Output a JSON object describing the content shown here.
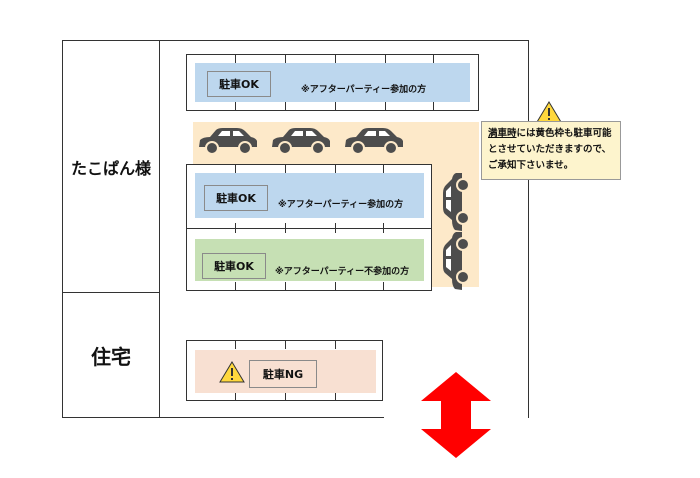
{
  "houses": {
    "tacopan": "たこぱん様",
    "residence": "住宅"
  },
  "lots": {
    "top": {
      "label": "駐車OK",
      "note": "※アフターパーティー参加の方"
    },
    "middle": {
      "label": "駐車OK",
      "note": "※アフターパーティー参加の方"
    },
    "green": {
      "label": "駐車OK",
      "note": "※アフターパーティー不参加の方"
    },
    "ng": {
      "label": "駐車NG"
    }
  },
  "callout": {
    "underlined": "満車時",
    "line1_rest": "には黄色枠も駐車可能",
    "line2": "とさせていただきますので、",
    "line3": "ご承知下さいませ。"
  },
  "colors": {
    "blue": "#bdd7ee",
    "green": "#c6e0b4",
    "pink": "#f8e0d2",
    "yellow_area": "#fde9c9",
    "callout_bg": "#fdf4cd",
    "car": "#4d4d4d",
    "warning": "#ffd83d",
    "arrow": "#ff0000"
  },
  "icons": [
    "car-icon",
    "warning-icon",
    "double-arrow-icon"
  ]
}
